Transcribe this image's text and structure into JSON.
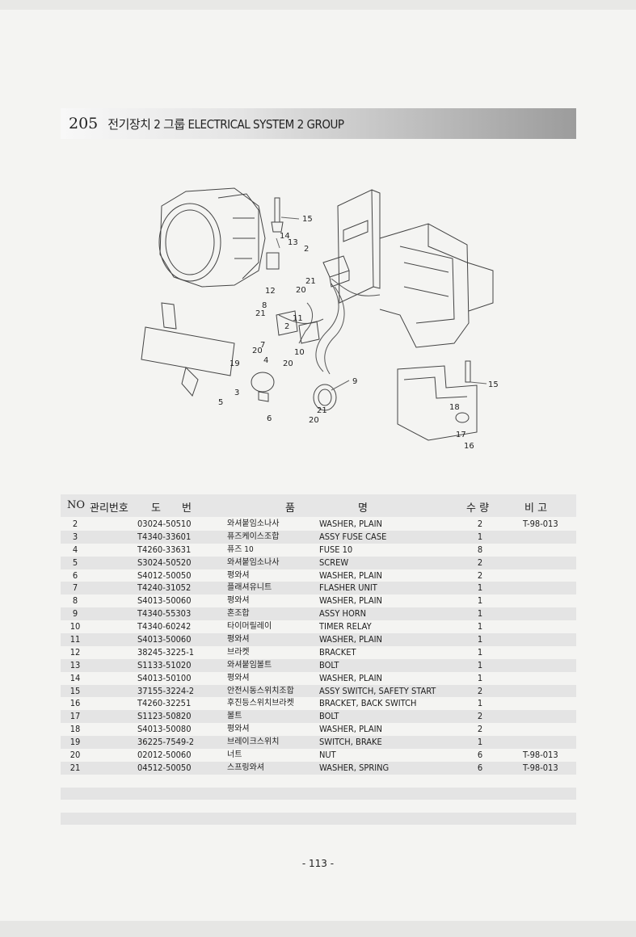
{
  "header": {
    "section_number": "205",
    "title": "전기장치 2 그룹 ELECTRICAL SYSTEM 2 GROUP"
  },
  "diagram": {
    "callouts": [
      "15",
      "14",
      "13",
      "2",
      "12",
      "20",
      "21",
      "8",
      "21",
      "11",
      "7",
      "20",
      "2",
      "10",
      "20",
      "19",
      "4",
      "3",
      "5",
      "6",
      "9",
      "21",
      "20",
      "15",
      "18",
      "17",
      "16"
    ]
  },
  "table": {
    "headers": {
      "no": "NO",
      "mgmt": "관리번호",
      "drawing1": "도",
      "drawing2": "번",
      "part1": "품",
      "part2": "명",
      "qty": "수 량",
      "remarks": "비 고"
    },
    "rows": [
      {
        "no": "2",
        "code": "03024-50510",
        "kor": "와셔붙임소나사",
        "eng": "WASHER, PLAIN",
        "qty": "2",
        "note": "T-98-013"
      },
      {
        "no": "3",
        "code": "T4340-33601",
        "kor": "퓨즈케이스조합",
        "eng": "ASSY FUSE CASE",
        "qty": "1",
        "note": ""
      },
      {
        "no": "4",
        "code": "T4260-33631",
        "kor": "퓨즈 10",
        "eng": "FUSE 10",
        "qty": "8",
        "note": ""
      },
      {
        "no": "5",
        "code": "S3024-50520",
        "kor": "와셔붙임소나사",
        "eng": "SCREW",
        "qty": "2",
        "note": ""
      },
      {
        "no": "6",
        "code": "S4012-50050",
        "kor": "평와셔",
        "eng": "WASHER, PLAIN",
        "qty": "2",
        "note": ""
      },
      {
        "no": "7",
        "code": "T4240-31052",
        "kor": "플래셔유니트",
        "eng": "FLASHER UNIT",
        "qty": "1",
        "note": ""
      },
      {
        "no": "8",
        "code": "S4013-50060",
        "kor": "평와셔",
        "eng": "WASHER, PLAIN",
        "qty": "1",
        "note": ""
      },
      {
        "no": "9",
        "code": "T4340-55303",
        "kor": "혼조합",
        "eng": "ASSY HORN",
        "qty": "1",
        "note": ""
      },
      {
        "no": "10",
        "code": "T4340-60242",
        "kor": "타이머릴레이",
        "eng": "TIMER RELAY",
        "qty": "1",
        "note": ""
      },
      {
        "no": "11",
        "code": "S4013-50060",
        "kor": "평와셔",
        "eng": "WASHER, PLAIN",
        "qty": "1",
        "note": ""
      },
      {
        "no": "12",
        "code": "38245-3225-1",
        "kor": "브라켓",
        "eng": "BRACKET",
        "qty": "1",
        "note": ""
      },
      {
        "no": "13",
        "code": "S1133-51020",
        "kor": "와셔붙임볼트",
        "eng": "BOLT",
        "qty": "1",
        "note": ""
      },
      {
        "no": "14",
        "code": "S4013-50100",
        "kor": "평와셔",
        "eng": "WASHER, PLAIN",
        "qty": "1",
        "note": ""
      },
      {
        "no": "15",
        "code": "37155-3224-2",
        "kor": "안전시동스위치조합",
        "eng": "ASSY SWITCH, SAFETY START",
        "qty": "2",
        "note": ""
      },
      {
        "no": "16",
        "code": "T4260-32251",
        "kor": "후진등스위치브라켓",
        "eng": "BRACKET, BACK SWITCH",
        "qty": "1",
        "note": ""
      },
      {
        "no": "17",
        "code": "S1123-50820",
        "kor": "볼트",
        "eng": "BOLT",
        "qty": "2",
        "note": ""
      },
      {
        "no": "18",
        "code": "S4013-50080",
        "kor": "평와셔",
        "eng": "WASHER, PLAIN",
        "qty": "2",
        "note": ""
      },
      {
        "no": "19",
        "code": "36225-7549-2",
        "kor": "브레이크스위치",
        "eng": "SWITCH, BRAKE",
        "qty": "1",
        "note": ""
      },
      {
        "no": "20",
        "code": "02012-50060",
        "kor": "너트",
        "eng": "NUT",
        "qty": "6",
        "note": "T-98-013"
      },
      {
        "no": "21",
        "code": "04512-50050",
        "kor": "스프링와셔",
        "eng": "WASHER, SPRING",
        "qty": "6",
        "note": "T-98-013"
      }
    ]
  },
  "footer": {
    "page_number": "- 113 -"
  }
}
